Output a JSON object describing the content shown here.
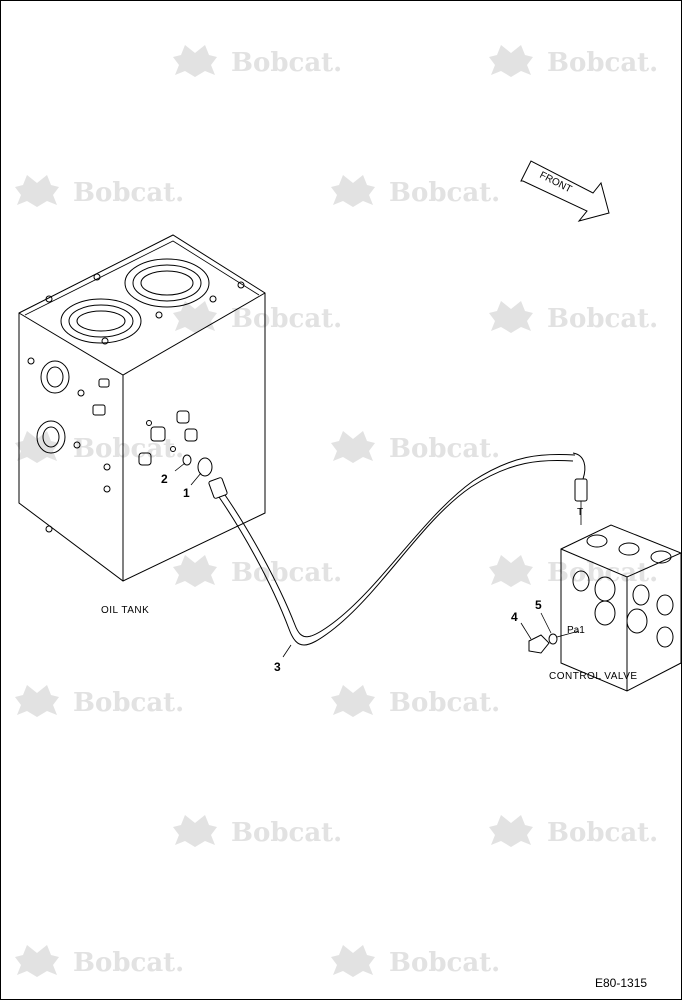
{
  "watermark": {
    "text": "Bobcat."
  },
  "front_arrow": {
    "text": "FRONT"
  },
  "assemblies": {
    "oil_tank": "OIL TANK",
    "control_valve": "CONTROL VALVE"
  },
  "parts": [
    "1",
    "2",
    "3",
    "4",
    "5"
  ],
  "ports": {
    "t": "T",
    "pa1": "Pa1"
  },
  "doc_id": "E80-1315"
}
